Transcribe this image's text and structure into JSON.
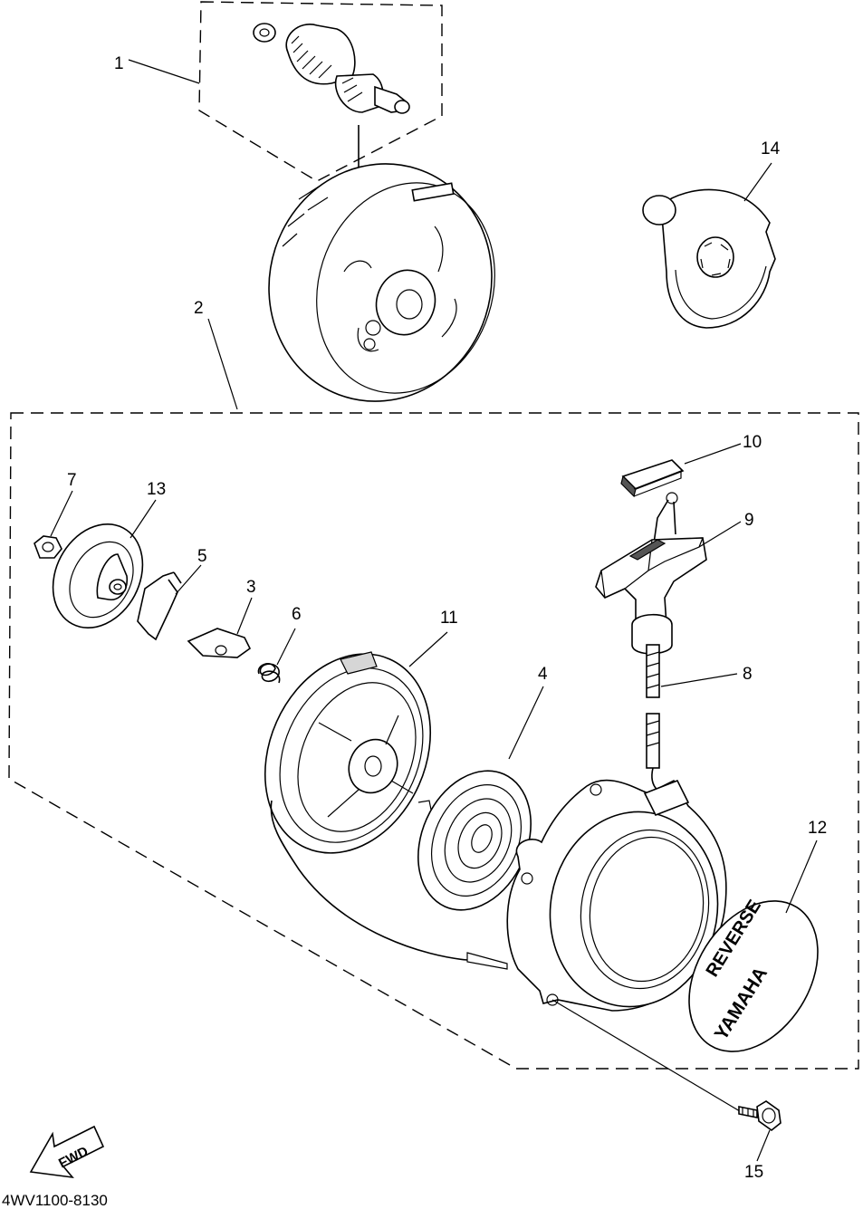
{
  "diagram_code": "4WV1100-8130",
  "fwd_label": "FWD",
  "cover_text_top": "REVERSE",
  "cover_text_brand": "YAMAHA",
  "callouts": [
    {
      "id": "1",
      "label": "1"
    },
    {
      "id": "2",
      "label": "2"
    },
    {
      "id": "3",
      "label": "3"
    },
    {
      "id": "4",
      "label": "4"
    },
    {
      "id": "5",
      "label": "5"
    },
    {
      "id": "6",
      "label": "6"
    },
    {
      "id": "7",
      "label": "7"
    },
    {
      "id": "8",
      "label": "8"
    },
    {
      "id": "9",
      "label": "9"
    },
    {
      "id": "10",
      "label": "10"
    },
    {
      "id": "11",
      "label": "11"
    },
    {
      "id": "12",
      "label": "12"
    },
    {
      "id": "13",
      "label": "13"
    },
    {
      "id": "14",
      "label": "14"
    },
    {
      "id": "15",
      "label": "15"
    }
  ]
}
